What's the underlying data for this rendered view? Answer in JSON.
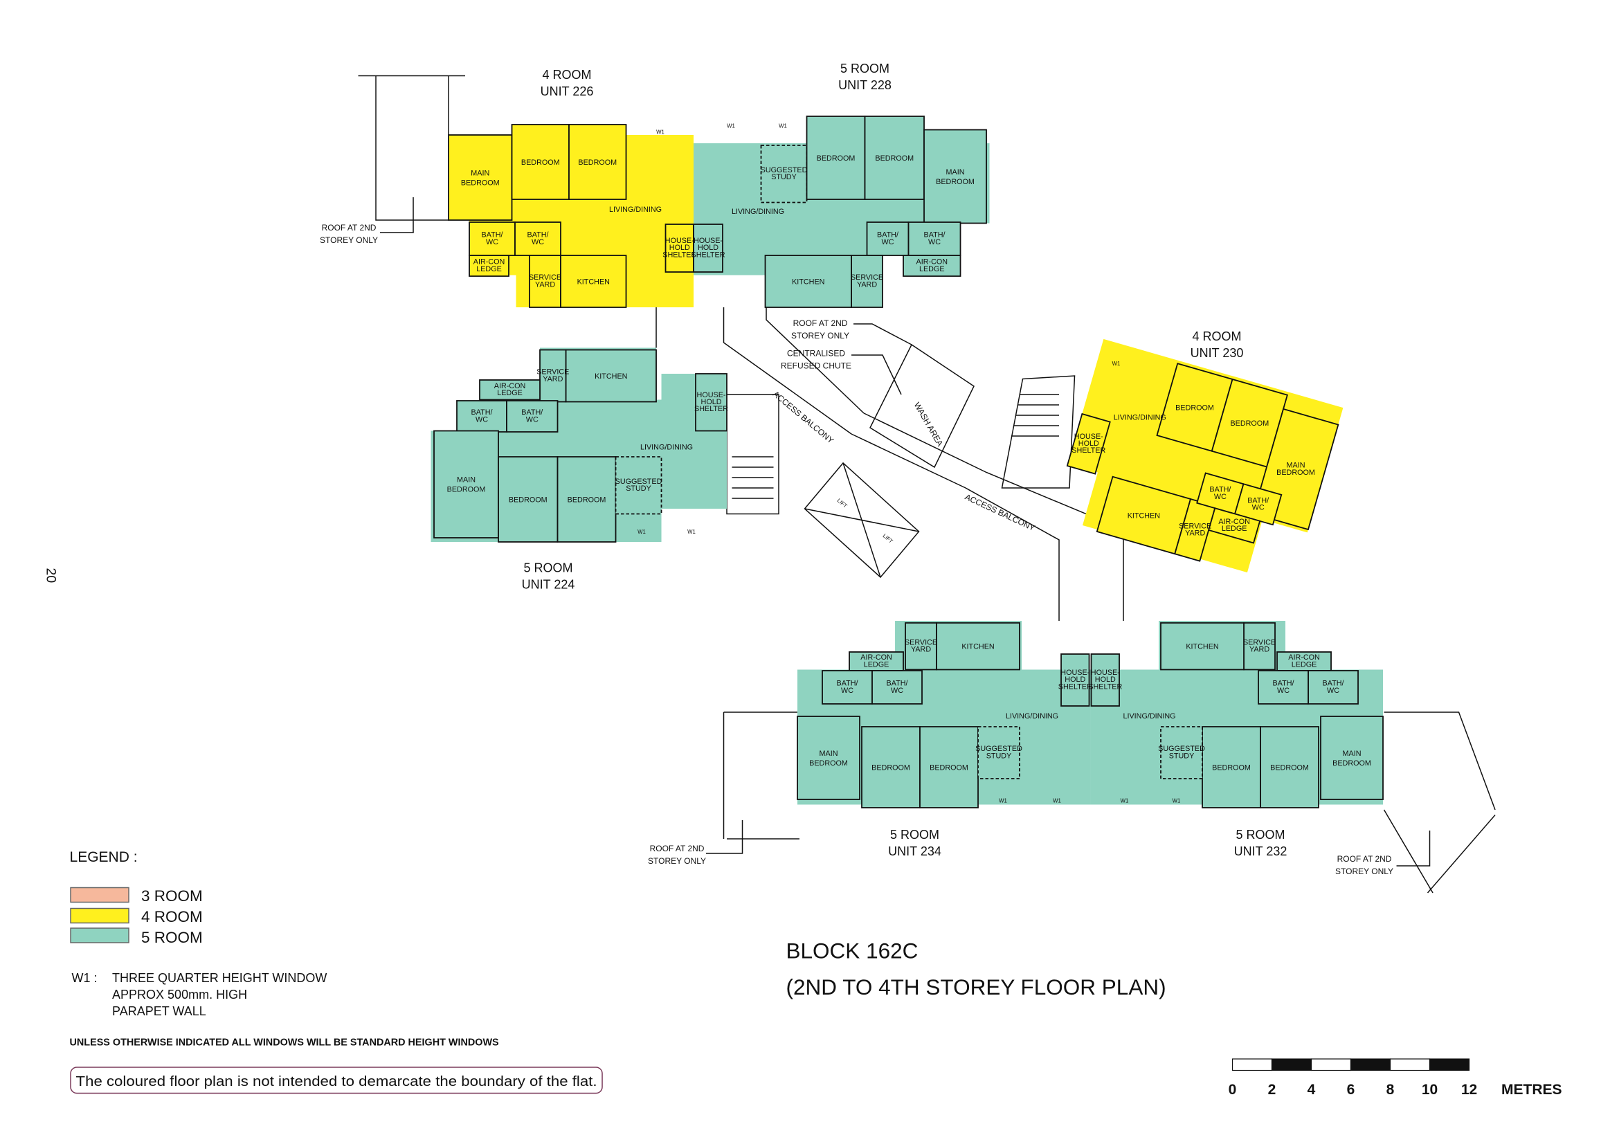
{
  "page_number": "20",
  "colors": {
    "room3": "#f6b89c",
    "room4": "#fff01e",
    "room5": "#8fd3c0"
  },
  "title": {
    "block": "BLOCK 162C",
    "subtitle": "(2ND TO 4TH STOREY FLOOR PLAN)"
  },
  "legend": {
    "heading": "LEGEND :",
    "items": [
      {
        "label": "3 ROOM",
        "color": "#f6b89c"
      },
      {
        "label": "4 ROOM",
        "color": "#fff01e"
      },
      {
        "label": "5 ROOM",
        "color": "#8fd3c0"
      }
    ]
  },
  "notes": {
    "w1_key": "W1 :",
    "w1_lines": [
      "THREE QUARTER HEIGHT WINDOW",
      "APPROX 500mm. HIGH",
      "PARAPET WALL"
    ],
    "standard": "UNLESS OTHERWISE INDICATED ALL WINDOWS WILL BE STANDARD HEIGHT WINDOWS",
    "disclaimer": "The coloured floor plan is not intended to demarcate the boundary of the flat."
  },
  "scale": {
    "ticks": [
      "0",
      "2",
      "4",
      "6",
      "8",
      "10",
      "12"
    ],
    "unit": "METRES"
  },
  "annotations": {
    "roof": [
      "ROOF AT 2ND",
      "STOREY ONLY"
    ],
    "chute": [
      "CENTRALISED",
      "REFUSED CHUTE"
    ],
    "access_balcony": "ACCESS BALCONY",
    "wash_area": "WASH AREA",
    "lift": "LIFT",
    "w1": "W1"
  },
  "units": {
    "u226": {
      "type": "4 ROOM",
      "unit": "UNIT 226",
      "rooms": {
        "main_bedroom": [
          "MAIN",
          "BEDROOM"
        ],
        "bedroom_1": [
          "BEDROOM"
        ],
        "bedroom_2": [
          "BEDROOM"
        ],
        "living": [
          "LIVING/DINING"
        ],
        "bath_1": [
          "BATH/",
          "WC"
        ],
        "bath_2": [
          "BATH/",
          "WC"
        ],
        "aircon": [
          "AIR-CON",
          "LEDGE"
        ],
        "service_yard": [
          "SERVICE",
          "YARD"
        ],
        "kitchen": [
          "KITCHEN"
        ],
        "shelter": [
          "HOUSE-",
          "HOLD",
          "SHELTER"
        ]
      }
    },
    "u228": {
      "type": "5 ROOM",
      "unit": "UNIT 228",
      "rooms": {
        "main_bedroom": [
          "MAIN",
          "BEDROOM"
        ],
        "bedroom_1": [
          "BEDROOM"
        ],
        "bedroom_2": [
          "BEDROOM"
        ],
        "study": [
          "SUGGESTED",
          "STUDY"
        ],
        "living": [
          "LIVING/DINING"
        ],
        "bath_1": [
          "BATH/",
          "WC"
        ],
        "bath_2": [
          "BATH/",
          "WC"
        ],
        "aircon": [
          "AIR-CON",
          "LEDGE"
        ],
        "service_yard": [
          "SERVICE",
          "YARD"
        ],
        "kitchen": [
          "KITCHEN"
        ],
        "shelter": [
          "HOUSE-",
          "HOLD",
          "SHELTER"
        ]
      }
    },
    "u224": {
      "type": "5 ROOM",
      "unit": "UNIT 224",
      "rooms": {
        "main_bedroom": [
          "MAIN",
          "BEDROOM"
        ],
        "bedroom_1": [
          "BEDROOM"
        ],
        "bedroom_2": [
          "BEDROOM"
        ],
        "study": [
          "SUGGESTED",
          "STUDY"
        ],
        "living": [
          "LIVING/DINING"
        ],
        "bath_1": [
          "BATH/",
          "WC"
        ],
        "bath_2": [
          "BATH/",
          "WC"
        ],
        "aircon": [
          "AIR-CON",
          "LEDGE"
        ],
        "service_yard": [
          "SERVICE",
          "YARD"
        ],
        "kitchen": [
          "KITCHEN"
        ],
        "shelter": [
          "HOUSE-",
          "HOLD",
          "SHELTER"
        ]
      }
    },
    "u230": {
      "type": "4 ROOM",
      "unit": "UNIT 230",
      "rooms": {
        "main_bedroom": [
          "MAIN",
          "BEDROOM"
        ],
        "bedroom_1": [
          "BEDROOM"
        ],
        "bedroom_2": [
          "BEDROOM"
        ],
        "living": [
          "LIVING/DINING"
        ],
        "bath_1": [
          "BATH/",
          "WC"
        ],
        "bath_2": [
          "BATH/",
          "WC"
        ],
        "aircon": [
          "AIR-CON",
          "LEDGE"
        ],
        "service_yard": [
          "SERVICE",
          "YARD"
        ],
        "kitchen": [
          "KITCHEN"
        ],
        "shelter": [
          "HOUSE-",
          "HOLD",
          "SHELTER"
        ]
      }
    },
    "u234": {
      "type": "5 ROOM",
      "unit": "UNIT 234",
      "rooms": {
        "main_bedroom": [
          "MAIN",
          "BEDROOM"
        ],
        "bedroom_1": [
          "BEDROOM"
        ],
        "bedroom_2": [
          "BEDROOM"
        ],
        "study": [
          "SUGGESTED",
          "STUDY"
        ],
        "living": [
          "LIVING/DINING"
        ],
        "bath_1": [
          "BATH/",
          "WC"
        ],
        "bath_2": [
          "BATH/",
          "WC"
        ],
        "aircon": [
          "AIR-CON",
          "LEDGE"
        ],
        "service_yard": [
          "SERVICE",
          "YARD"
        ],
        "kitchen": [
          "KITCHEN"
        ],
        "shelter": [
          "HOUSE-",
          "HOLD",
          "SHELTER"
        ]
      }
    },
    "u232": {
      "type": "5 ROOM",
      "unit": "UNIT 232",
      "rooms": {
        "main_bedroom": [
          "MAIN",
          "BEDROOM"
        ],
        "bedroom_1": [
          "BEDROOM"
        ],
        "bedroom_2": [
          "BEDROOM"
        ],
        "study": [
          "SUGGESTED",
          "STUDY"
        ],
        "living": [
          "LIVING/DINING"
        ],
        "bath_1": [
          "BATH/",
          "WC"
        ],
        "bath_2": [
          "BATH/",
          "WC"
        ],
        "aircon": [
          "AIR-CON",
          "LEDGE"
        ],
        "service_yard": [
          "SERVICE",
          "YARD"
        ],
        "kitchen": [
          "KITCHEN"
        ],
        "shelter": [
          "HOUSE-",
          "HOLD",
          "SHELTER"
        ]
      }
    }
  }
}
